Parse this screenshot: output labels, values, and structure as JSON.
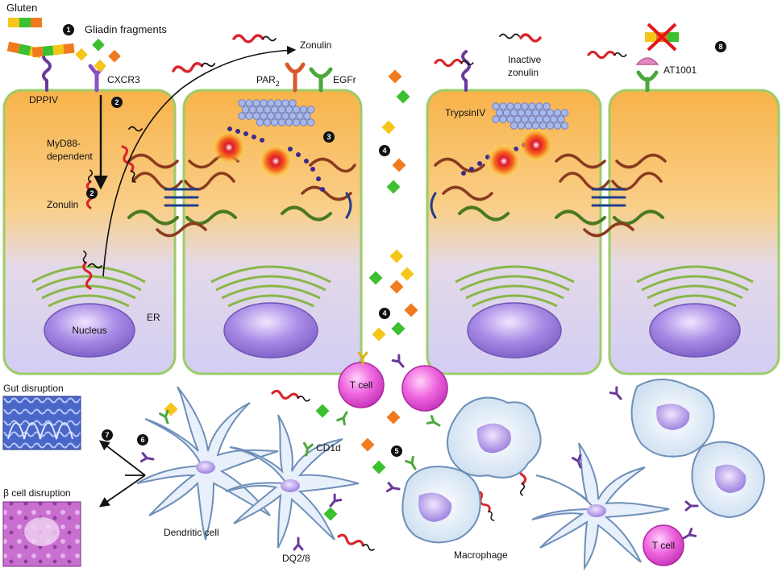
{
  "labels": {
    "gluten": "Gluten",
    "gliadin": "Gliadin fragments",
    "dppiv": "DPPIV",
    "cxcr3": "CXCR3",
    "myd88_line1": "MyD88-",
    "myd88_line2": "dependent",
    "zonulin_cell": "Zonulin",
    "zonulin_top": "Zonulin",
    "par2": "PAR",
    "par2_sub": "2",
    "egfr": "EGFr",
    "er": "ER",
    "nucleus": "Nucleus",
    "inactive_line1": "Inactive",
    "inactive_line2": "zonulin",
    "trypsin": "TrypsinIV",
    "at1001": "AT1001",
    "tcell_a": "T cell",
    "tcell_b": "T cell",
    "cd1d": "CD1d",
    "dq": "DQ2/8",
    "dendritic": "Dendritic cell",
    "macrophage": "Macrophage",
    "gut": "Gut disruption",
    "beta": "β cell disruption"
  },
  "steps": [
    "1",
    "2",
    "2",
    "3",
    "4",
    "4",
    "5",
    "6",
    "7",
    "8"
  ],
  "colors": {
    "cell_top": "#f7b54a",
    "cell_bottom": "#d9d3f2",
    "cell_border": "#9ccc6a",
    "nucleus": "#9b7fd9",
    "zonulin": "#d9252b",
    "receptor_purple": "#6a3a99",
    "receptor_green": "#4aa83a",
    "tcell": "#e85ad9",
    "gliadin_orange": "#f07a1e",
    "gliadin_green": "#3cc02f",
    "gliadin_yellow": "#f5c51a"
  }
}
